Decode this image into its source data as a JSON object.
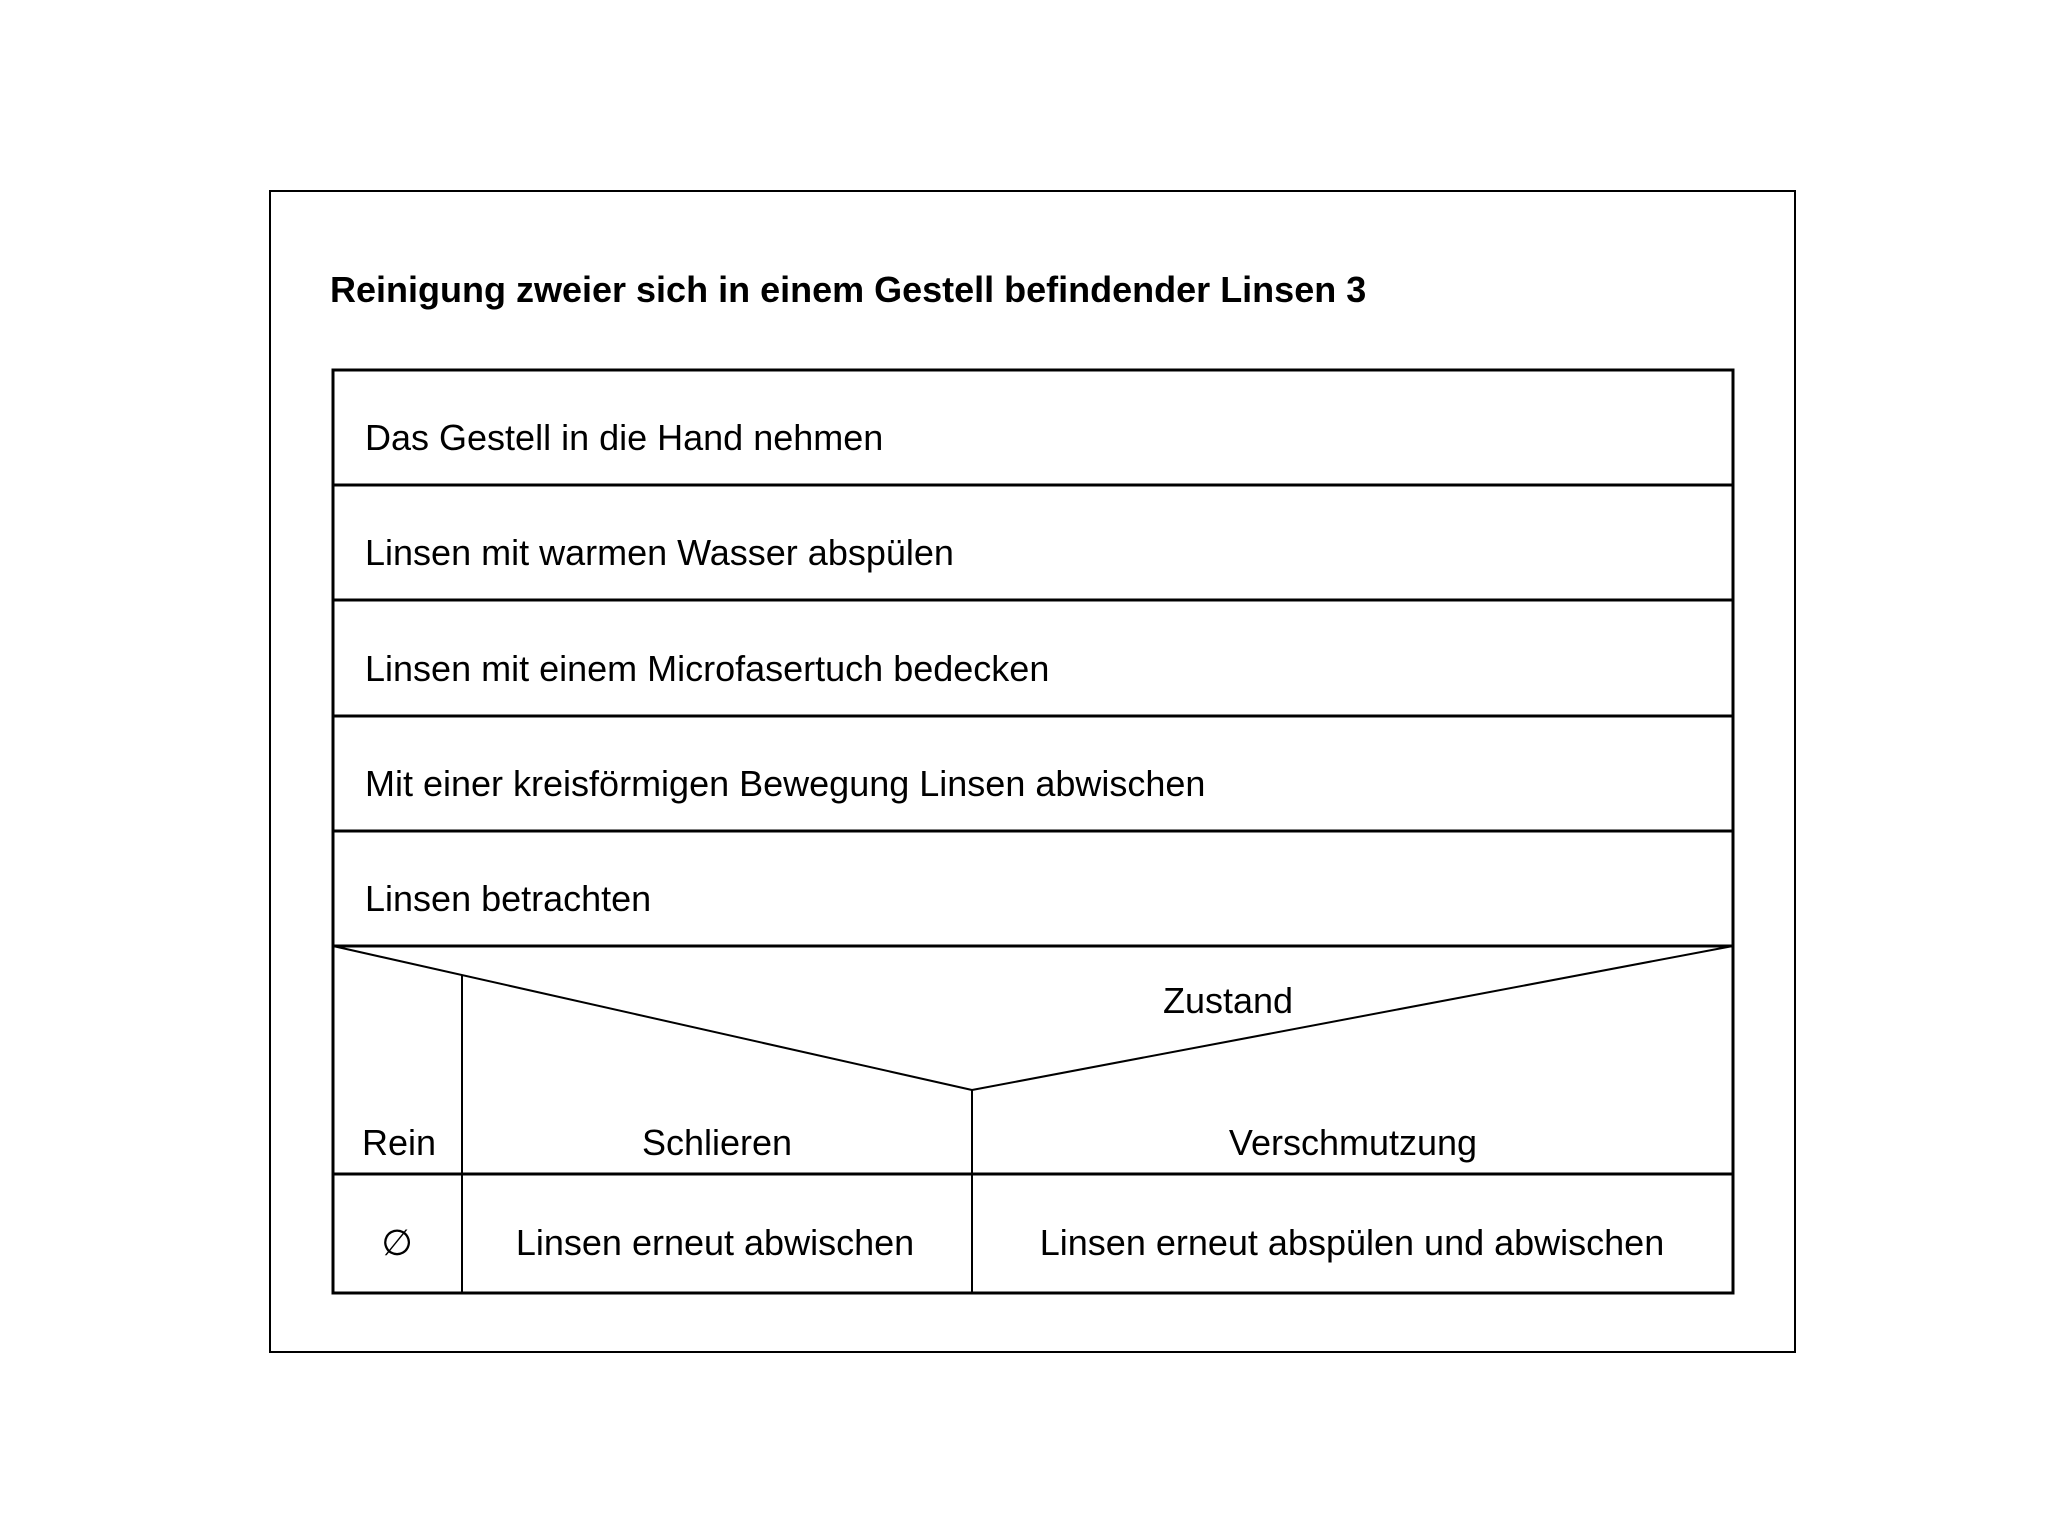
{
  "title": "Reinigung zweier sich in einem Gestell befindender Linsen 3",
  "steps": [
    "Das Gestell in die Hand nehmen",
    "Linsen mit warmen Wasser abspülen",
    "Linsen mit einem Microfasertuch bedecken",
    "Mit einer kreisförmigen Bewegung Linsen abwischen",
    "Linsen betrachten"
  ],
  "decision": {
    "condition": "Zustand",
    "cases": [
      {
        "label": "Rein",
        "action": "∅"
      },
      {
        "label": "Schlieren",
        "action": "Linsen erneut abwischen"
      },
      {
        "label": "Verschmutzung",
        "action": "Linsen erneut abspülen und abwischen"
      }
    ]
  },
  "colors": {
    "line": "#000000",
    "background": "#ffffff"
  }
}
